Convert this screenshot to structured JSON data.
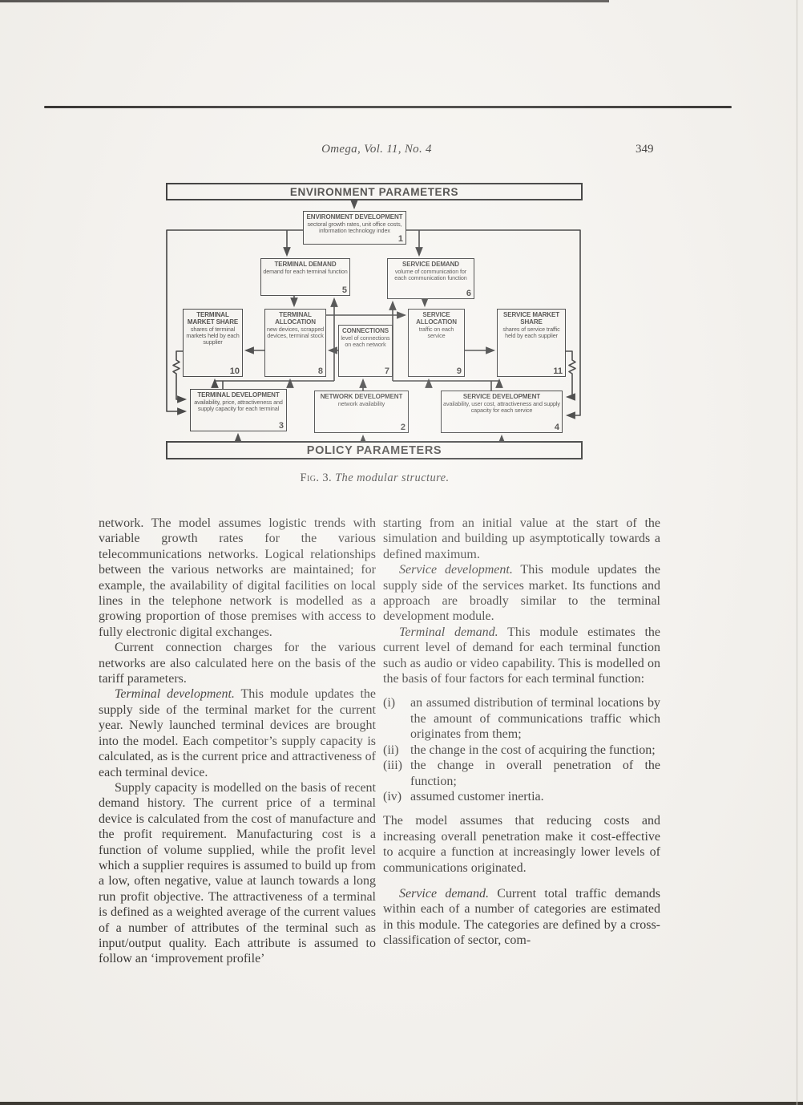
{
  "colors": {
    "ink": "#1a1a1a",
    "paper": "#f7f5f1"
  },
  "header": {
    "journal": "Omega, Vol. 11, No. 4",
    "page_number": "349"
  },
  "figure": {
    "caption_label": "Fig. 3.",
    "caption_text": "The modular structure.",
    "top_bar": "ENVIRONMENT PARAMETERS",
    "bottom_bar": "POLICY PARAMETERS",
    "modules": [
      {
        "title": "ENVIRONMENT DEVELOPMENT",
        "desc": "sectoral growth rates, unit office costs, information technology index",
        "num": "1"
      },
      {
        "title": "TERMINAL DEMAND",
        "desc": "demand for each terminal function",
        "num": "5"
      },
      {
        "title": "SERVICE DEMAND",
        "desc": "volume of communication for each communication function",
        "num": "6"
      },
      {
        "title": "TERMINAL MARKET SHARE",
        "desc": "shares of terminal markets held by each supplier",
        "num": "10"
      },
      {
        "title": "TERMINAL ALLOCATION",
        "desc": "new devices, scrapped devices, terminal stock",
        "num": "8"
      },
      {
        "title": "CONNECTIONS",
        "desc": "level of connections on each network",
        "num": "7"
      },
      {
        "title": "SERVICE ALLOCATION",
        "desc": "traffic on each service",
        "num": "9"
      },
      {
        "title": "SERVICE MARKET SHARE",
        "desc": "shares of service traffic held by each supplier",
        "num": "11"
      },
      {
        "title": "TERMINAL DEVELOPMENT",
        "desc": "availability, price, attractiveness and supply capacity for each terminal",
        "num": "3"
      },
      {
        "title": "NETWORK DEVELOPMENT",
        "desc": "network availability",
        "num": "2"
      },
      {
        "title": "SERVICE DEVELOPMENT",
        "desc": "availability, user cost, attractiveness and supply capacity for each service",
        "num": "4"
      }
    ]
  },
  "left_column": {
    "p1": "network. The model assumes logistic trends with variable growth rates for the various telecommunications networks. Logical relationships between the various networks are maintained; for example, the availability of digital facilities on local lines in the telephone network is modelled as a growing proportion of those premises with access to fully electronic digital exchanges.",
    "p2": "Current connection charges for the various networks are also calculated here on the basis of the tariff parameters.",
    "p3_lead": "Terminal development.",
    "p3_rest": " This module updates the supply side of the terminal market for the current year. Newly launched terminal devices are brought into the model. Each competitor’s supply capacity is calculated, as is the current price and attractiveness of each terminal device.",
    "p4": "Supply capacity is modelled on the basis of recent demand history. The current price of a terminal device is calculated from the cost of manufacture and the profit requirement. Manufacturing cost is a function of volume supplied, while the profit level which a supplier requires is assumed to build up from a low, often negative, value at launch towards a long run profit objective. The attractiveness of a terminal is defined as a weighted average of the current values of a number of attributes of the terminal such as input/output quality. Each attribute is assumed to follow an ‘improvement profile’"
  },
  "right_column": {
    "p1": "starting from an initial value at the start of the simulation and building up asymptotically towards a defined maximum.",
    "p2_lead": "Service development.",
    "p2_rest": " This module updates the supply side of the services market. Its functions and approach are broadly similar to the terminal development module.",
    "p3_lead": "Terminal demand.",
    "p3_rest": " This module estimates the current level of demand for each terminal function such as audio or video capability. This is modelled on the basis of four factors for each terminal function:",
    "list": [
      {
        "marker": "(i)",
        "text": "an assumed distribution of terminal locations by the amount of communications traffic which originates from them;"
      },
      {
        "marker": "(ii)",
        "text": "the change in the cost of acquiring the function;"
      },
      {
        "marker": "(iii)",
        "text": "the change in overall penetration of the function;"
      },
      {
        "marker": "(iv)",
        "text": "assumed customer inertia."
      }
    ],
    "p4": "The model assumes that reducing costs and increasing overall penetration make it cost-effective to acquire a function at increasingly lower levels of communications originated.",
    "p5_lead": "Service demand.",
    "p5_rest": " Current total traffic demands within each of a number of categories are estimated in this module. The categories are defined by a cross-classification of sector, com-"
  }
}
